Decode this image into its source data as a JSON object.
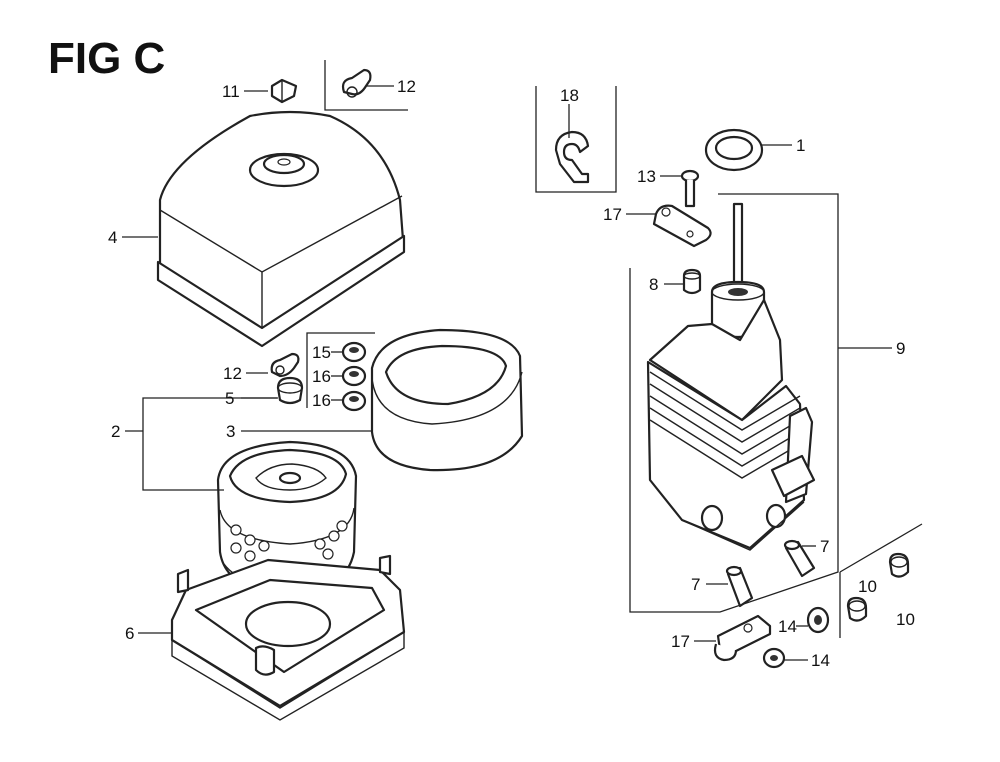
{
  "figure": {
    "title": "FIG C"
  },
  "callouts": [
    {
      "id": "c11",
      "label": "11"
    },
    {
      "id": "c12a",
      "label": "12"
    },
    {
      "id": "c4",
      "label": "4"
    },
    {
      "id": "c12b",
      "label": "12"
    },
    {
      "id": "c15",
      "label": "15"
    },
    {
      "id": "c16a",
      "label": "16"
    },
    {
      "id": "c16b",
      "label": "16"
    },
    {
      "id": "c5",
      "label": "5"
    },
    {
      "id": "c2",
      "label": "2"
    },
    {
      "id": "c3",
      "label": "3"
    },
    {
      "id": "c6",
      "label": "6"
    },
    {
      "id": "c18",
      "label": "18"
    },
    {
      "id": "c1",
      "label": "1"
    },
    {
      "id": "c13",
      "label": "13"
    },
    {
      "id": "c17a",
      "label": "17"
    },
    {
      "id": "c8",
      "label": "8"
    },
    {
      "id": "c9",
      "label": "9"
    },
    {
      "id": "c7a",
      "label": "7"
    },
    {
      "id": "c7b",
      "label": "7"
    },
    {
      "id": "c10a",
      "label": "10"
    },
    {
      "id": "c10b",
      "label": "10"
    },
    {
      "id": "c17b",
      "label": "17"
    },
    {
      "id": "c14a",
      "label": "14"
    },
    {
      "id": "c14b",
      "label": "14"
    }
  ]
}
